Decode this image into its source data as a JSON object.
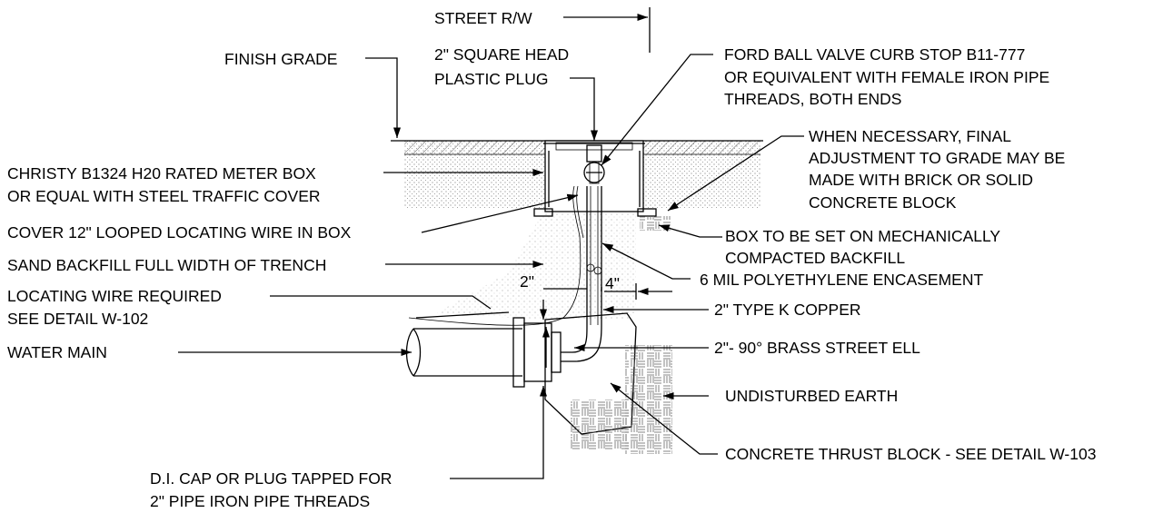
{
  "labels": {
    "street_rw": "STREET R/W",
    "finish_grade": "FINISH GRADE",
    "plug_1": "2\" SQUARE HEAD",
    "plug_2": "PLASTIC PLUG",
    "valve_1": "FORD BALL VALVE CURB STOP B11-777",
    "valve_2": "OR EQUIVALENT WITH FEMALE IRON PIPE",
    "valve_3": "THREADS, BOTH ENDS",
    "adjust_1": "WHEN NECESSARY, FINAL",
    "adjust_2": "ADJUSTMENT TO GRADE MAY BE",
    "adjust_3": "MADE WITH BRICK OR SOLID",
    "adjust_4": "CONCRETE BLOCK",
    "meterbox_1": "CHRISTY B1324 H20 RATED METER BOX",
    "meterbox_2": "OR EQUAL WITH STEEL TRAFFIC COVER",
    "wire_cover": "COVER 12\" LOOPED LOCATING WIRE IN BOX",
    "box_set_1": "BOX TO BE SET ON MECHANICALLY",
    "box_set_2": "COMPACTED BACKFILL",
    "sand": "SAND BACKFILL FULL WIDTH OF TRENCH",
    "poly": "6 MIL POLYETHYLENE ENCASEMENT",
    "loc_wire_1": "LOCATING WIRE REQUIRED",
    "loc_wire_2": "SEE DETAIL W-102",
    "dim_2": "2\"",
    "dim_4": "4\"",
    "copper": "2\" TYPE K COPPER",
    "water_main": "WATER MAIN",
    "ell": "2\"- 90° BRASS STREET ELL",
    "earth": "UNDISTURBED EARTH",
    "thrust": "CONCRETE THRUST BLOCK - SEE DETAIL W-103",
    "cap_1": "D.I. CAP OR PLUG TAPPED FOR",
    "cap_2": "2\" PIPE IRON PIPE THREADS"
  }
}
